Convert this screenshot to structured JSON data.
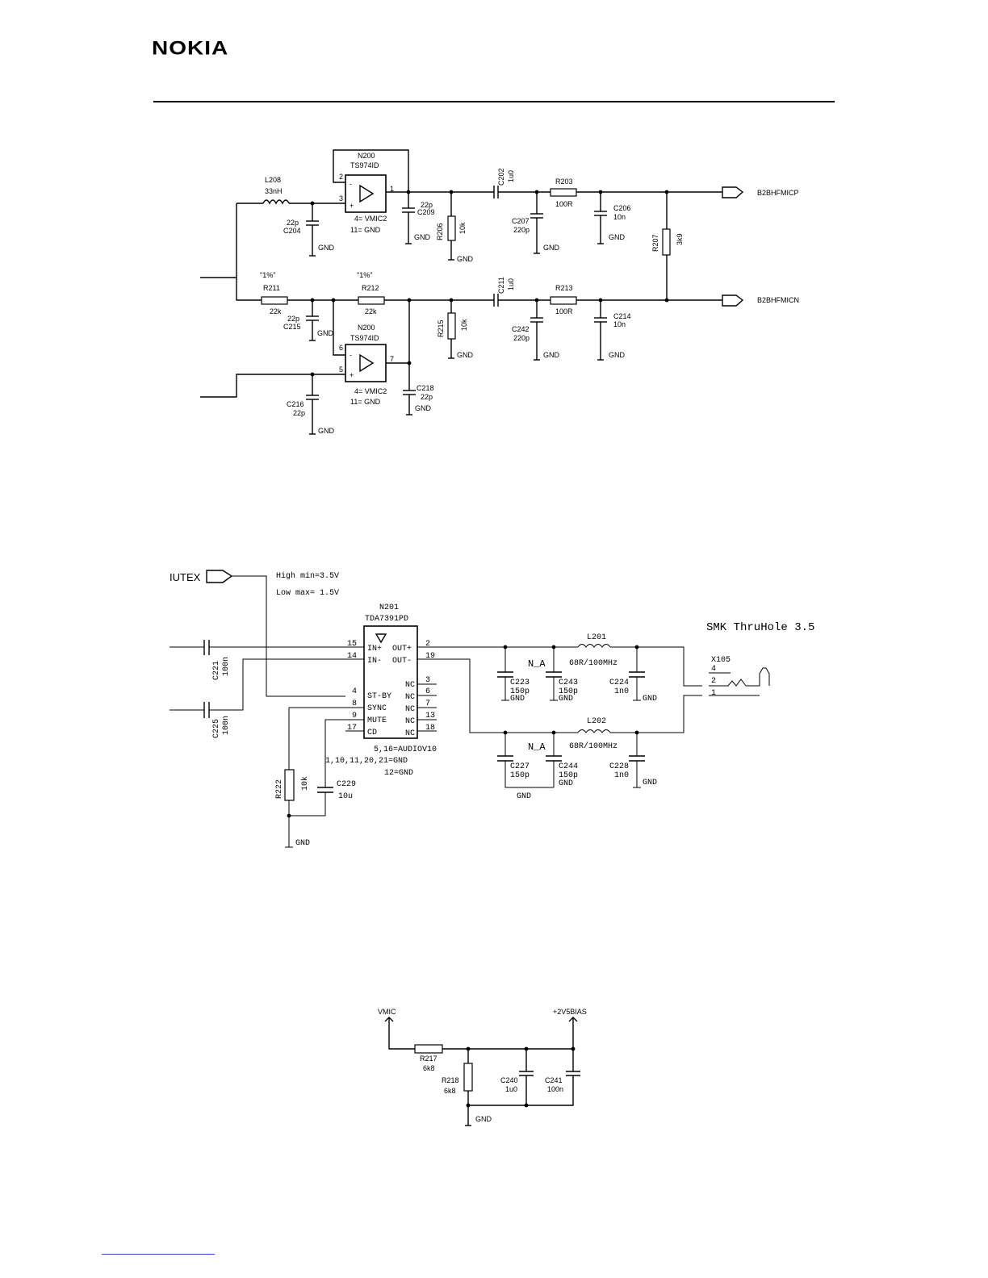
{
  "header": {
    "logo": "NOKIA"
  },
  "diagram1": {
    "L208": "L208",
    "L208_val": "33nH",
    "N200a": "N200",
    "N200a_part": "TS974ID",
    "pin2": "2",
    "pin3": "3",
    "pin1": "1",
    "pin_minus": "-",
    "pin_plus": "+",
    "supply_a1": "4= VMIC2",
    "supply_a2": "11= GND",
    "C204": "C204",
    "C204_val": "22p",
    "C209": "C209",
    "C209_val": "22p",
    "C202": "C202",
    "C202_val": "1u0",
    "R206": "R206",
    "R206_val": "10k",
    "C207": "C207",
    "C207_val": "220p",
    "R203": "R203",
    "R203_val": "100R",
    "C206": "C206",
    "C206_val": "10n",
    "R207": "R207",
    "R207_val": "3k9",
    "net_p": "B2BHFMICP",
    "net_n": "B2BHFMICN",
    "gnd": "GND",
    "R211": "R211",
    "R211_val": "22k",
    "R211_tol": "\"1%\"",
    "R212": "R212",
    "R212_val": "22k",
    "R212_tol": "\"1%\"",
    "C215": "C215",
    "C215_val": "22p",
    "C211": "C211",
    "C211_val": "1u0",
    "R215": "R215",
    "R215_val": "10k",
    "C242": "C242",
    "C242_val": "220p",
    "R213": "R213",
    "R213_val": "100R",
    "C214": "C214",
    "C214_val": "10n",
    "N200b": "N200",
    "N200b_part": "TS974ID",
    "pin6": "6",
    "pin5": "5",
    "pin7": "7",
    "supply_b1": "4= VMIC2",
    "supply_b2": "11= GND",
    "C216": "C216",
    "C216_val": "22p",
    "C218": "C218",
    "C218_val": "22p"
  },
  "diagram2": {
    "net_mutex": "IUTEX",
    "note_high": "High min=3.5V",
    "note_low": "Low max= 1.5V",
    "N201": "N201",
    "N201_part": "TDA7391PD",
    "pins_left": [
      {
        "num": "15",
        "name": "IN+"
      },
      {
        "num": "14",
        "name": "IN-"
      },
      {
        "num": "4",
        "name": "ST-BY"
      },
      {
        "num": "8",
        "name": "SYNC"
      },
      {
        "num": "9",
        "name": "MUTE"
      },
      {
        "num": "17",
        "name": "CD"
      }
    ],
    "pins_right": [
      {
        "num": "2",
        "name": "OUT+"
      },
      {
        "num": "19",
        "name": "OUT-"
      },
      {
        "num": "3",
        "name": "NC"
      },
      {
        "num": "6",
        "name": "NC"
      },
      {
        "num": "7",
        "name": "NC"
      },
      {
        "num": "13",
        "name": "NC"
      },
      {
        "num": "18",
        "name": "NC"
      }
    ],
    "supply1": "5,16=AUDIOV10",
    "supply2": "1,10,11,20,21=GND",
    "supply3": "12=GND",
    "C221": "C221",
    "C221_val": "100n",
    "C225": "C225",
    "C225_val": "100n",
    "R222": "R222",
    "R222_val": "10k",
    "C229": "C229",
    "C229_val": "10u",
    "gnd": "GND",
    "C223": "C223",
    "C223_val": "150p",
    "C243": "C243",
    "C243_val": "150p",
    "L201": "L201",
    "L201_val": "68R/100MHz",
    "C224": "C224",
    "C224_val": "1n0",
    "C227": "C227",
    "C227_val": "150p",
    "C244": "C244",
    "C244_val": "150p",
    "L202": "L202",
    "L202_val": "68R/100MHz",
    "C228": "C228",
    "C228_val": "1n0",
    "na": "N_A",
    "connector_title": "SMK ThruHole 3.5",
    "X105": "X105",
    "X105_pin4": "4",
    "X105_pin2": "2",
    "X105_pin1": "1"
  },
  "diagram3": {
    "vmic": "VMIC",
    "bias": "+2V5BIAS",
    "R217": "R217",
    "R217_val": "6k8",
    "R218": "R218",
    "R218_val": "6k8",
    "C240": "C240",
    "C240_val": "1u0",
    "C241": "C241",
    "C241_val": "100n",
    "gnd": "GND"
  }
}
